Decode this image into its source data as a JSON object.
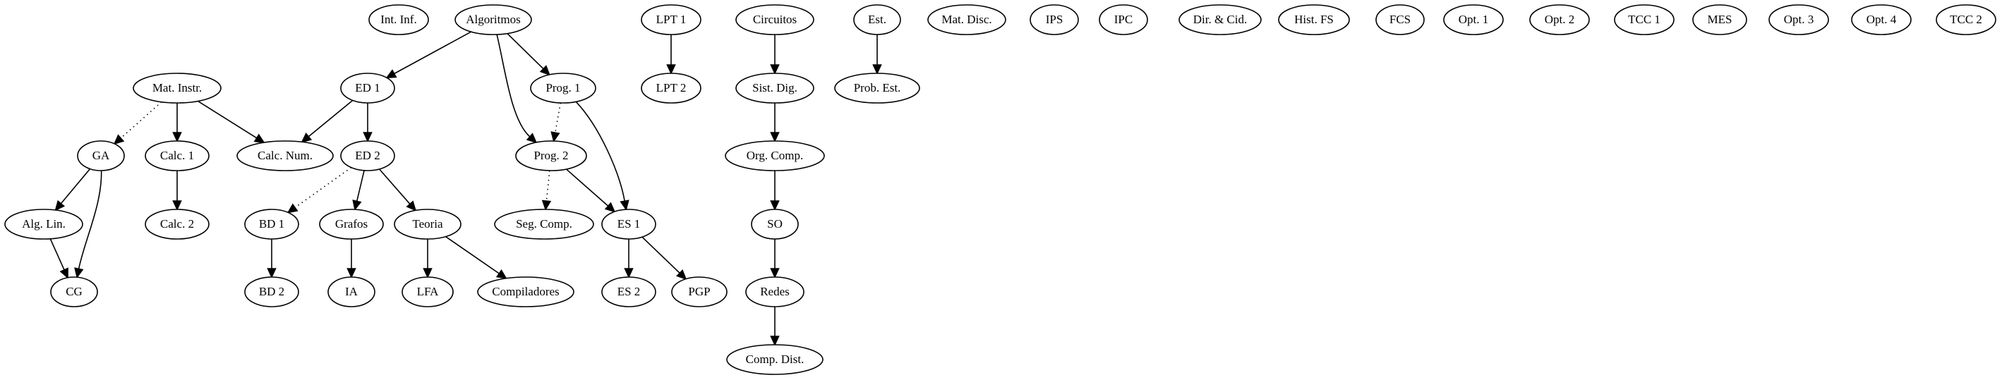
{
  "nodes": [
    {
      "id": "int_inf",
      "label": "Int. Inf."
    },
    {
      "id": "algoritmos",
      "label": "Algoritmos"
    },
    {
      "id": "lpt1",
      "label": "LPT 1"
    },
    {
      "id": "circuitos",
      "label": "Circuitos"
    },
    {
      "id": "est",
      "label": "Est."
    },
    {
      "id": "mat_disc",
      "label": "Mat. Disc."
    },
    {
      "id": "ips",
      "label": "IPS"
    },
    {
      "id": "ipc",
      "label": "IPC"
    },
    {
      "id": "dir_cid",
      "label": "Dir. & Cid."
    },
    {
      "id": "hist_fs",
      "label": "Hist. FS"
    },
    {
      "id": "fcs",
      "label": "FCS"
    },
    {
      "id": "opt1",
      "label": "Opt. 1"
    },
    {
      "id": "opt2",
      "label": "Opt. 2"
    },
    {
      "id": "tcc1",
      "label": "TCC 1"
    },
    {
      "id": "mes",
      "label": "MES"
    },
    {
      "id": "opt3",
      "label": "Opt. 3"
    },
    {
      "id": "opt4",
      "label": "Opt. 4"
    },
    {
      "id": "tcc2",
      "label": "TCC 2"
    },
    {
      "id": "mat_instr",
      "label": "Mat. Instr."
    },
    {
      "id": "ed1",
      "label": "ED 1"
    },
    {
      "id": "prog1",
      "label": "Prog. 1"
    },
    {
      "id": "lpt2",
      "label": "LPT 2"
    },
    {
      "id": "sist_dig",
      "label": "Sist. Dig."
    },
    {
      "id": "prob_est",
      "label": "Prob. Est."
    },
    {
      "id": "ga",
      "label": "GA"
    },
    {
      "id": "calc1",
      "label": "Calc. 1"
    },
    {
      "id": "calc_num",
      "label": "Calc. Num."
    },
    {
      "id": "ed2",
      "label": "ED 2"
    },
    {
      "id": "prog2",
      "label": "Prog. 2"
    },
    {
      "id": "org_comp",
      "label": "Org. Comp."
    },
    {
      "id": "alg_lin",
      "label": "Alg. Lin."
    },
    {
      "id": "calc2",
      "label": "Calc. 2"
    },
    {
      "id": "bd1",
      "label": "BD 1"
    },
    {
      "id": "grafos",
      "label": "Grafos"
    },
    {
      "id": "teoria",
      "label": "Teoria"
    },
    {
      "id": "seg_comp",
      "label": "Seg. Comp."
    },
    {
      "id": "es1",
      "label": "ES 1"
    },
    {
      "id": "so",
      "label": "SO"
    },
    {
      "id": "cg",
      "label": "CG"
    },
    {
      "id": "bd2",
      "label": "BD 2"
    },
    {
      "id": "ia",
      "label": "IA"
    },
    {
      "id": "lfa",
      "label": "LFA"
    },
    {
      "id": "compiladores",
      "label": "Compiladores"
    },
    {
      "id": "es2",
      "label": "ES 2"
    },
    {
      "id": "pgp",
      "label": "PGP"
    },
    {
      "id": "redes",
      "label": "Redes"
    },
    {
      "id": "comp_dist",
      "label": "Comp. Dist."
    }
  ],
  "edges": [
    {
      "from": "algoritmos",
      "to": "ed1",
      "style": "solid"
    },
    {
      "from": "algoritmos",
      "to": "prog1",
      "style": "solid"
    },
    {
      "from": "algoritmos",
      "to": "prog2",
      "style": "solid"
    },
    {
      "from": "lpt1",
      "to": "lpt2",
      "style": "solid"
    },
    {
      "from": "circuitos",
      "to": "sist_dig",
      "style": "solid"
    },
    {
      "from": "est",
      "to": "prob_est",
      "style": "solid"
    },
    {
      "from": "mat_instr",
      "to": "ga",
      "style": "dotted"
    },
    {
      "from": "mat_instr",
      "to": "calc1",
      "style": "solid"
    },
    {
      "from": "mat_instr",
      "to": "calc_num",
      "style": "solid"
    },
    {
      "from": "ed1",
      "to": "calc_num",
      "style": "solid"
    },
    {
      "from": "ed1",
      "to": "ed2",
      "style": "solid"
    },
    {
      "from": "prog1",
      "to": "prog2",
      "style": "dotted"
    },
    {
      "from": "prog1",
      "to": "es1",
      "style": "solid"
    },
    {
      "from": "sist_dig",
      "to": "org_comp",
      "style": "solid"
    },
    {
      "from": "ga",
      "to": "alg_lin",
      "style": "solid"
    },
    {
      "from": "ga",
      "to": "cg",
      "style": "solid"
    },
    {
      "from": "calc1",
      "to": "calc2",
      "style": "solid"
    },
    {
      "from": "ed2",
      "to": "bd1",
      "style": "dotted"
    },
    {
      "from": "ed2",
      "to": "grafos",
      "style": "solid"
    },
    {
      "from": "ed2",
      "to": "teoria",
      "style": "solid"
    },
    {
      "from": "prog2",
      "to": "seg_comp",
      "style": "dotted"
    },
    {
      "from": "prog2",
      "to": "es1",
      "style": "solid"
    },
    {
      "from": "org_comp",
      "to": "so",
      "style": "solid"
    },
    {
      "from": "alg_lin",
      "to": "cg",
      "style": "solid"
    },
    {
      "from": "bd1",
      "to": "bd2",
      "style": "solid"
    },
    {
      "from": "grafos",
      "to": "ia",
      "style": "solid"
    },
    {
      "from": "teoria",
      "to": "lfa",
      "style": "solid"
    },
    {
      "from": "teoria",
      "to": "compiladores",
      "style": "solid"
    },
    {
      "from": "es1",
      "to": "es2",
      "style": "solid"
    },
    {
      "from": "es1",
      "to": "pgp",
      "style": "solid"
    },
    {
      "from": "so",
      "to": "redes",
      "style": "solid"
    },
    {
      "from": "redes",
      "to": "comp_dist",
      "style": "solid"
    }
  ]
}
